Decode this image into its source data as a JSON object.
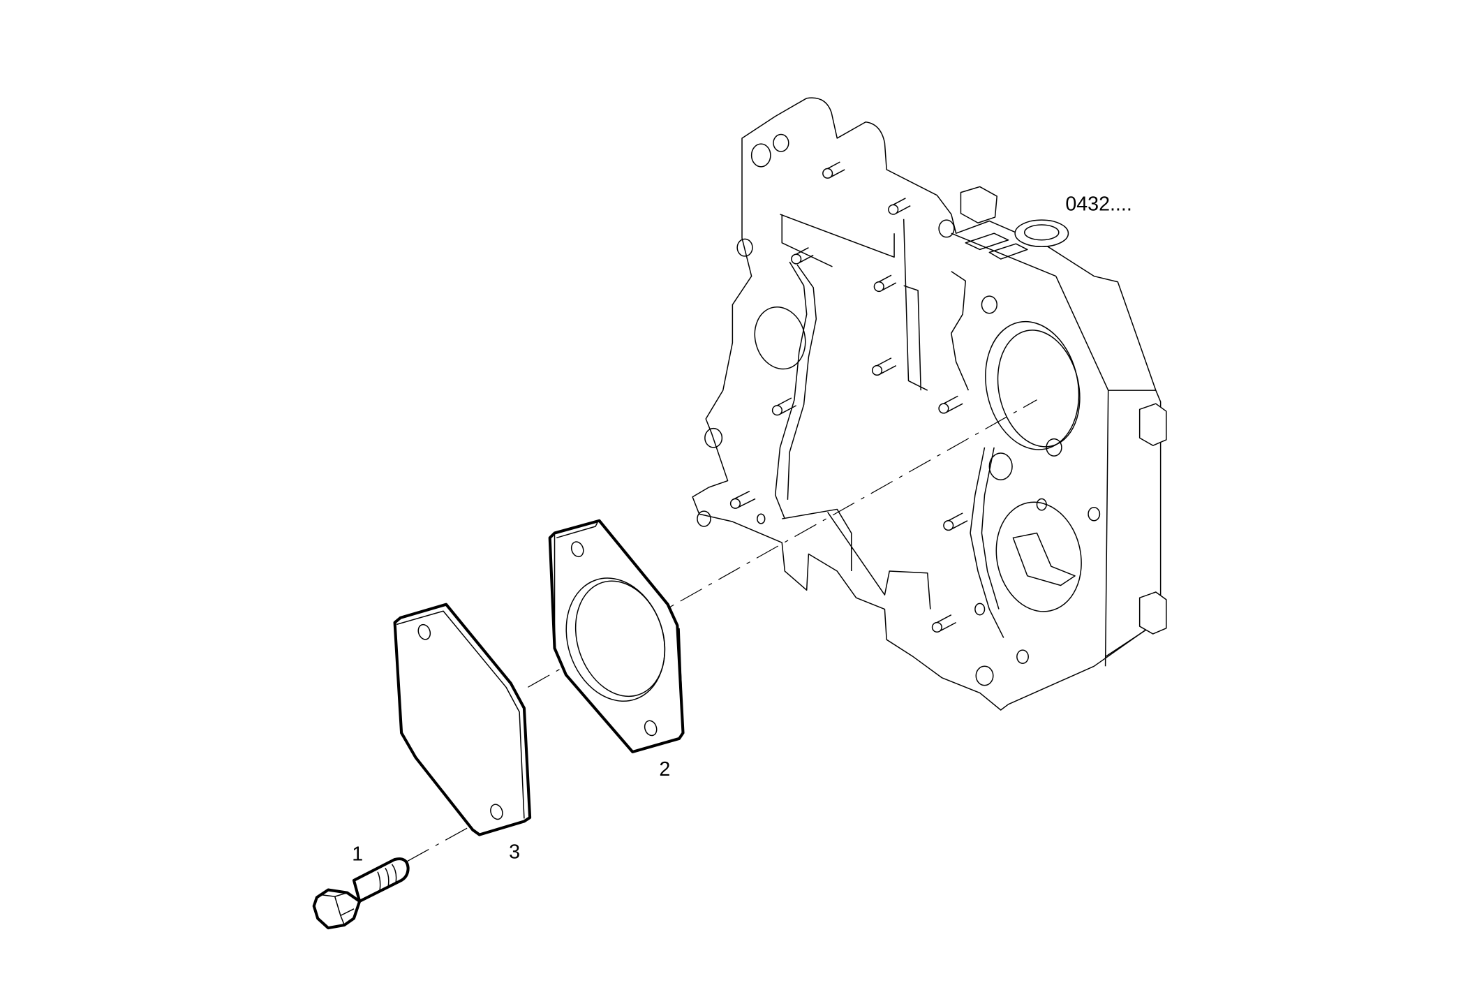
{
  "diagram": {
    "reference_label": "0432....",
    "callouts": [
      {
        "number": "1",
        "part": "bolt"
      },
      {
        "number": "2",
        "part": "gasket"
      },
      {
        "number": "3",
        "part": "cover-plate"
      }
    ],
    "line_color": "#000000",
    "background_color": "#ffffff"
  }
}
